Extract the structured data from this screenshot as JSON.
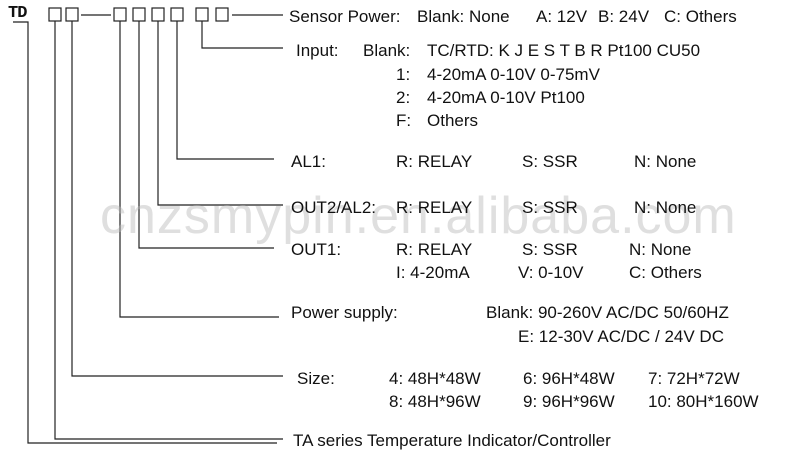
{
  "model_prefix": "TD",
  "watermark": "cnzsmypin.en.alibaba.com",
  "sensor_power": {
    "label": "Sensor Power:",
    "blank": "Blank: None",
    "a": "A: 12V",
    "b": "B: 24V",
    "c": "C: Others"
  },
  "input": {
    "label": "Input:",
    "rows": [
      {
        "code": "Blank:",
        "value": "TC/RTD: K J E S T B R Pt100 CU50"
      },
      {
        "code": "1:",
        "value": "4-20mA 0-10V 0-75mV"
      },
      {
        "code": "2:",
        "value": "4-20mA 0-10V Pt100"
      },
      {
        "code": "F:",
        "value": "Others"
      }
    ]
  },
  "al1": {
    "label": "AL1:",
    "r": "R: RELAY",
    "s": "S: SSR",
    "n": "N: None"
  },
  "out2": {
    "label": "OUT2/AL2:",
    "r": "R: RELAY",
    "s": "S: SSR",
    "n": "N: None"
  },
  "out1": {
    "label": "OUT1:",
    "r": "R: RELAY",
    "s": "S: SSR",
    "n": "N: None",
    "i": "I: 4-20mA",
    "v": "V: 0-10V",
    "c": "C: Others"
  },
  "power_supply": {
    "label": "Power supply:",
    "blank": "Blank:  90-260V AC/DC   50/60HZ",
    "e": "E:  12-30V AC/DC / 24V DC"
  },
  "size": {
    "label": "Size:",
    "items": [
      "4: 48H*48W",
      "6: 96H*48W",
      "7: 72H*72W",
      "8: 48H*96W",
      "9: 96H*96W",
      "10: 80H*160W"
    ]
  },
  "series": "TA series Temperature Indicator/Controller"
}
